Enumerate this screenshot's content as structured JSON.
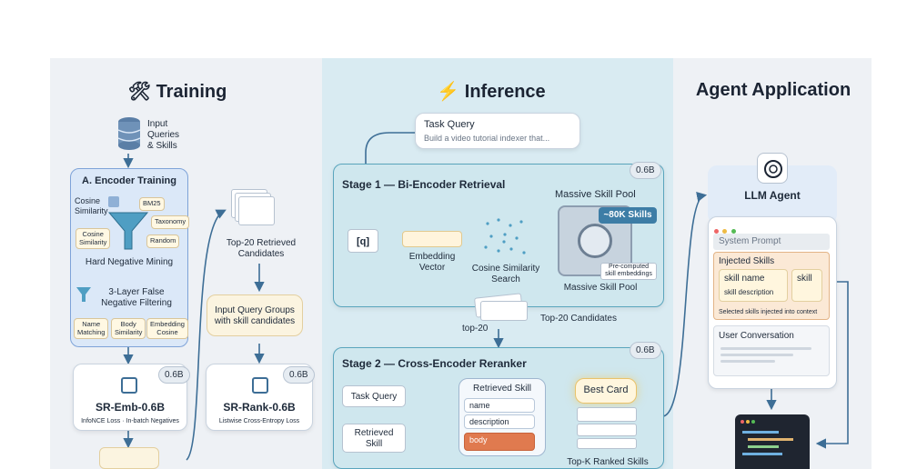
{
  "training": {
    "title": "🛠 Training",
    "input_label": "Input\nQueries\n& Skills",
    "encoder_box": {
      "title": "A. Encoder Training",
      "cosine": "Cosine\nSimilarity",
      "bm25": "BM25",
      "taxonomy": "Taxonomy",
      "cosine_chip": "Cosine\nSimilarity",
      "random": "Random",
      "hard_neg": "Hard Negative Mining",
      "filter": "3-Layer False\nNegative Filtering",
      "name_match": "Name\nMatching",
      "body_sim": "Body\nSimilarity",
      "embed_cos": "Embedding\nCosine"
    },
    "top20": "Top-20 Retrieved\nCandidates",
    "groups": "Input Query Groups\nwith skill candidates",
    "emb_model": {
      "name": "SR-Emb-0.6B",
      "size": "0.6B",
      "loss": "InfoNCE Loss · In-batch Negatives"
    },
    "rank_model": {
      "name": "SR-Rank-0.6B",
      "size": "0.6B",
      "loss": "Listwise Cross-Entropy Loss"
    }
  },
  "inference": {
    "title": "⚡ Inference",
    "task_query": {
      "title": "Task Query",
      "text": "Build a video tutorial indexer that..."
    },
    "stage1": {
      "title": "Stage 1 — Bi-Encoder Retrieval",
      "size": "0.6B",
      "q": "[q]",
      "embedding": "Embedding\nVector",
      "cos_search": "Cosine Similarity\nSearch",
      "pool_title": "Massive Skill Pool",
      "pool_badge": "~80K Skills",
      "precomputed": "Pre-computed\nskill embeddings",
      "pool_bottom": "Massive Skill Pool"
    },
    "top20_cand": "Top-20 Candidates",
    "top20_small": "top-20",
    "stage2": {
      "title": "Stage 2 — Cross-Encoder Reranker",
      "size": "0.6B",
      "task_query": "Task Query",
      "retrieved": "Retrieved\nSkill",
      "retrieved_title": "Retrieved Skill",
      "name": "name",
      "description": "description",
      "body": "body",
      "best_card": "Best Card",
      "topk": "Top-K Ranked Skills"
    }
  },
  "agent": {
    "title": "Agent Application",
    "llm": "LLM Agent",
    "system_prompt": "System Prompt",
    "injected": "Injected Skills",
    "skill_name": "skill name",
    "skill_desc": "skill description",
    "skill": "skill",
    "injected_note": "Selected skills injected into context",
    "user_conv": "User Conversation"
  },
  "colors": {
    "train_bg": "#eef1f5",
    "infer_bg": "#d9ebf2",
    "accent": "#3d6e96",
    "body_orange": "#e07a4f"
  }
}
